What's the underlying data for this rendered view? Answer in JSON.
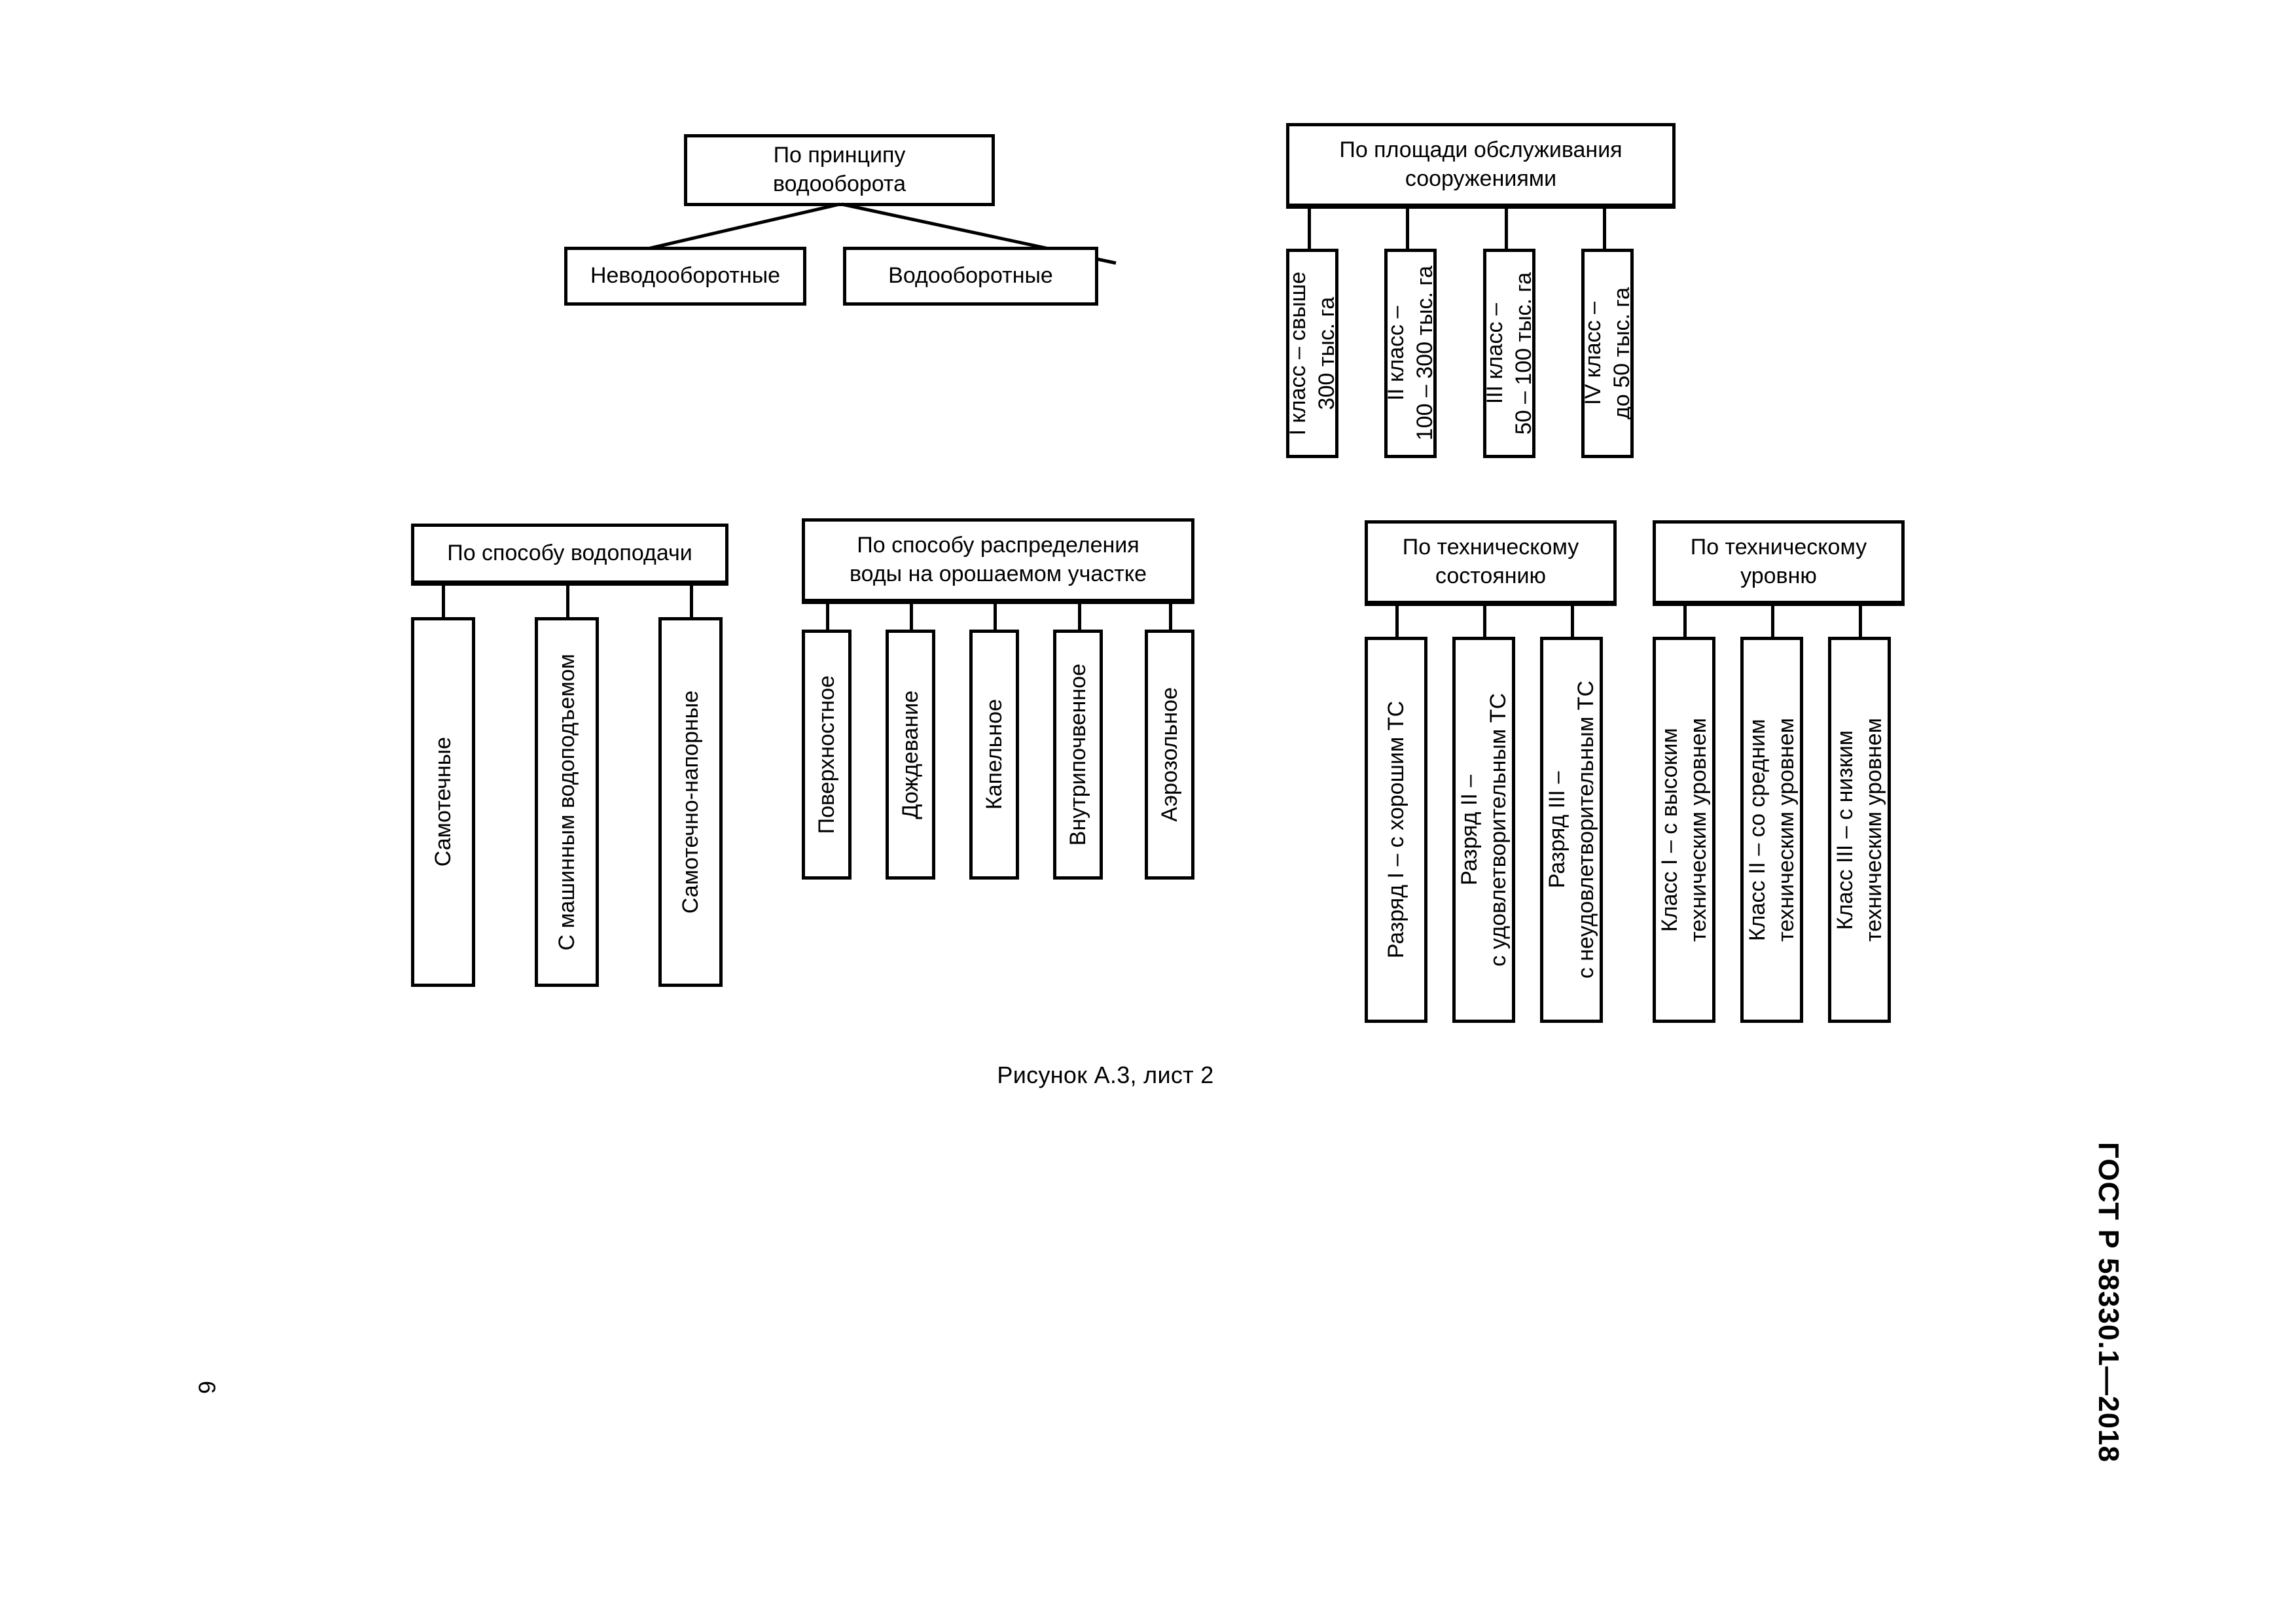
{
  "document": {
    "standard_label": "ГОСТ Р 58330.1—2018",
    "page_number": "9",
    "figure_caption": "Рисунок А.3, лист 2"
  },
  "diagram": {
    "type": "classification-tree",
    "groups": [
      {
        "id": "water-circulation-principle",
        "title": "По принципу\nводооборота",
        "connector": "diagonal",
        "orientation": "horizontal-children",
        "children": [
          {
            "label": "Неводооборотные"
          },
          {
            "label": "Водооборотные"
          }
        ]
      },
      {
        "id": "service-area",
        "title": "По площади обслуживания\nсооружениями",
        "connector": "orthogonal",
        "orientation": "vertical-children",
        "children": [
          {
            "label": "I класс – свыше\n300 тыс. га"
          },
          {
            "label": "II класс –\n100 – 300 тыс. га"
          },
          {
            "label": "III класс –\n50 – 100 тыс. га"
          },
          {
            "label": "IV класс –\nдо 50 тыс. га"
          }
        ]
      },
      {
        "id": "water-supply-method",
        "title": "По способу водоподачи",
        "connector": "orthogonal",
        "orientation": "vertical-children",
        "children": [
          {
            "label": "Самотечные"
          },
          {
            "label": "С машинным водоподъемом"
          },
          {
            "label": "Самотечно-напорные"
          }
        ]
      },
      {
        "id": "water-distribution-method",
        "title": "По способу распределения\nводы на орошаемом участке",
        "connector": "orthogonal",
        "orientation": "vertical-children",
        "children": [
          {
            "label": "Поверхностное"
          },
          {
            "label": "Дождевание"
          },
          {
            "label": "Капельное"
          },
          {
            "label": "Внутрипочвенное"
          },
          {
            "label": "Аэрозольное"
          }
        ]
      },
      {
        "id": "technical-condition",
        "title": "По техническому\nсостоянию",
        "connector": "orthogonal",
        "orientation": "vertical-children",
        "children": [
          {
            "label": "Разряд I – с хорошим ТС"
          },
          {
            "label": "Разряд II –\nс удовлетворительным ТС"
          },
          {
            "label": "Разряд III –\nс неудовлетворительным ТС"
          }
        ]
      },
      {
        "id": "technical-level",
        "title": "По техническому\nуровню",
        "connector": "orthogonal",
        "orientation": "vertical-children",
        "children": [
          {
            "label": "Класс I – с высоким\nтехническим уровнем"
          },
          {
            "label": "Класс II – со средним\nтехническим уровнем"
          },
          {
            "label": "Класс III – с низким\nтехническим уровнем"
          }
        ]
      }
    ]
  },
  "colors": {
    "stroke": "#000000",
    "background": "#ffffff",
    "text": "#000000"
  }
}
